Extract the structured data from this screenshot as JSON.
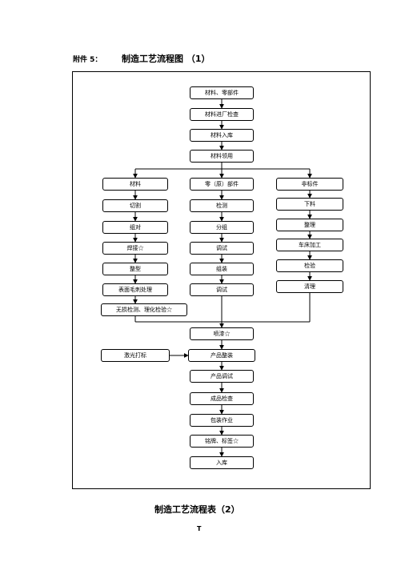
{
  "header": {
    "attachment_label": "附件 5：",
    "title": "制造工艺流程图 （1）"
  },
  "flow": {
    "trunk": [
      "材料、零部件",
      "材料进厂检查",
      "材料入库",
      "材料领用"
    ],
    "branch_left": [
      "材料",
      "切割",
      "组对",
      "焊接☆",
      "整型",
      "表面毛刺处理"
    ],
    "branch_mid": [
      "零（原）部件",
      "检测",
      "分组",
      "调试",
      "组装",
      "调试"
    ],
    "branch_right": [
      "非标件",
      "下料",
      "整理",
      "车床加工",
      "检验",
      "清理"
    ],
    "ndt": "无损检测、理化检验☆",
    "paint": "喷漆☆",
    "laser": "激光打标",
    "assembly": [
      "产品整装",
      "产品调试",
      "成品检查",
      "包装作业",
      "铭牌、标签☆",
      "入库"
    ]
  },
  "caption": "制造工艺流程表（2）",
  "page_mark": "T"
}
